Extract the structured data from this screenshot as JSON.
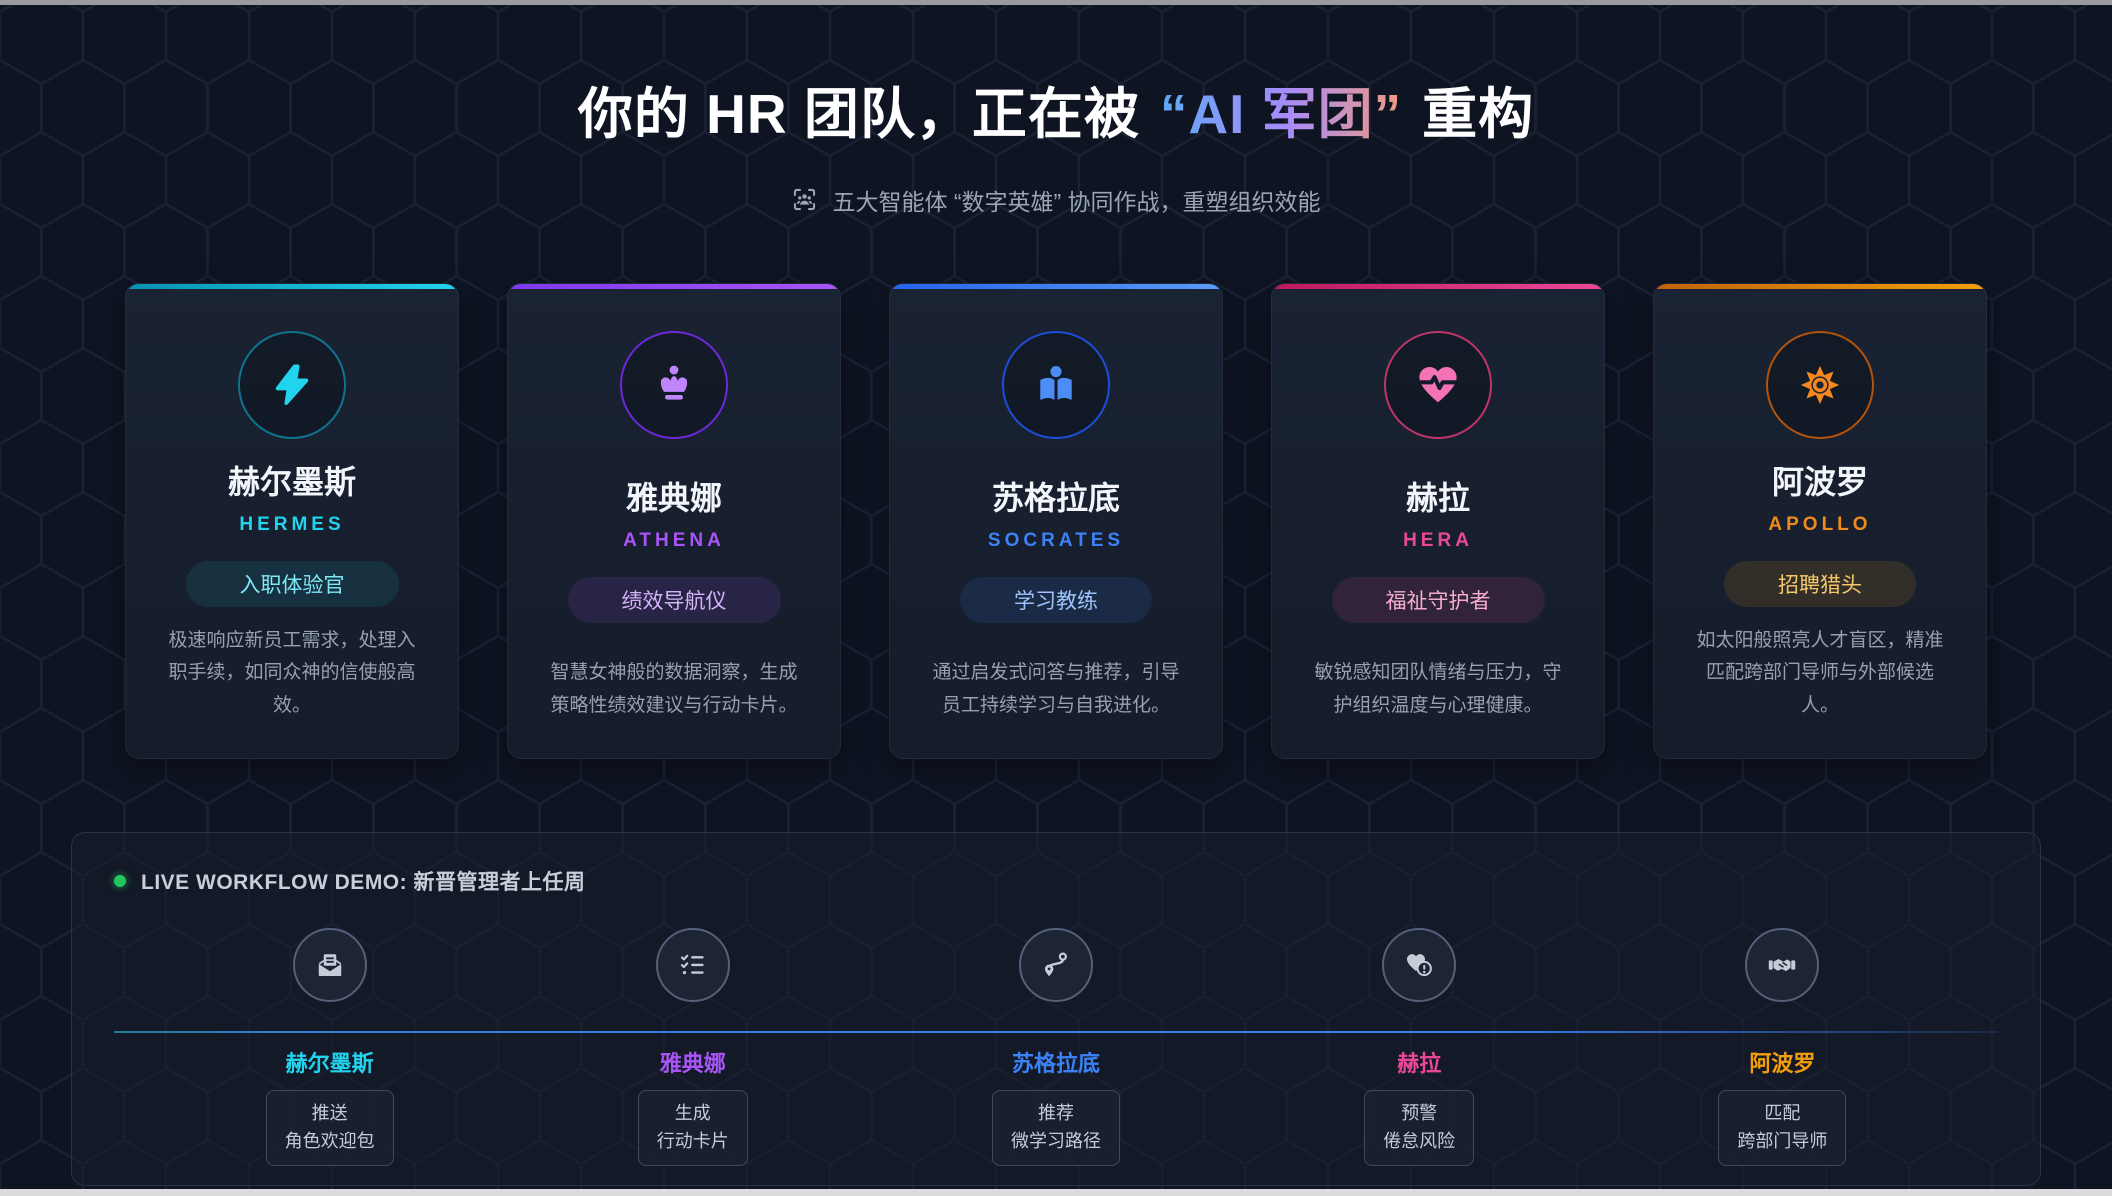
{
  "header": {
    "title_prefix": "你的 HR 团队，正在被",
    "title_highlight": "“AI 军团”",
    "title_suffix": "重构",
    "subtitle": "五大智能体 “数字英雄” 协同作战，重塑组织效能"
  },
  "agents": [
    {
      "name": "赫尔墨斯",
      "en_name": "HERMES",
      "role_badge": "入职体验官",
      "description": "极速响应新员工需求，处理入职手续，如同众神的信使般高效。",
      "accent_color": "#22d3ee",
      "icon": "lightning-icon"
    },
    {
      "name": "雅典娜",
      "en_name": "ATHENA",
      "role_badge": "绩效导航仪",
      "description": "智慧女神般的数据洞察，生成策略性绩效建议与行动卡片。",
      "accent_color": "#a855f7",
      "icon": "crown-icon"
    },
    {
      "name": "苏格拉底",
      "en_name": "SOCRATES",
      "role_badge": "学习教练",
      "description": "通过启发式问答与推荐，引导员工持续学习与自我进化。",
      "accent_color": "#3b82f6",
      "icon": "reader-icon"
    },
    {
      "name": "赫拉",
      "en_name": "HERA",
      "role_badge": "福祉守护者",
      "description": "敏锐感知团队情绪与压力，守护组织温度与心理健康。",
      "accent_color": "#ec4899",
      "icon": "heart-pulse-icon"
    },
    {
      "name": "阿波罗",
      "en_name": "APOLLO",
      "role_badge": "招聘猎头",
      "description": "如太阳般照亮人才盲区，精准匹配跨部门导师与外部候选人。",
      "accent_color": "#f59e0b",
      "icon": "sun-icon"
    }
  ],
  "workflow": {
    "heading": "LIVE WORKFLOW DEMO: 新晋管理者上任周",
    "live_indicator_color": "#22c55e",
    "line_color": "#3b82f6",
    "steps": [
      {
        "agent": "赫尔墨斯",
        "action_line1": "推送",
        "action_line2": "角色欢迎包",
        "icon": "mail-open-icon",
        "accent_color": "#22d3ee"
      },
      {
        "agent": "雅典娜",
        "action_line1": "生成",
        "action_line2": "行动卡片",
        "icon": "list-check-icon",
        "accent_color": "#a855f7"
      },
      {
        "agent": "苏格拉底",
        "action_line1": "推荐",
        "action_line2": "微学习路径",
        "icon": "route-icon",
        "accent_color": "#3b82f6"
      },
      {
        "agent": "赫拉",
        "action_line1": "预警",
        "action_line2": "倦怠风险",
        "icon": "heart-alert-icon",
        "accent_color": "#ec4899"
      },
      {
        "agent": "阿波罗",
        "action_line1": "匹配",
        "action_line2": "跨部门导师",
        "icon": "handshake-icon",
        "accent_color": "#f59e0b"
      }
    ]
  }
}
